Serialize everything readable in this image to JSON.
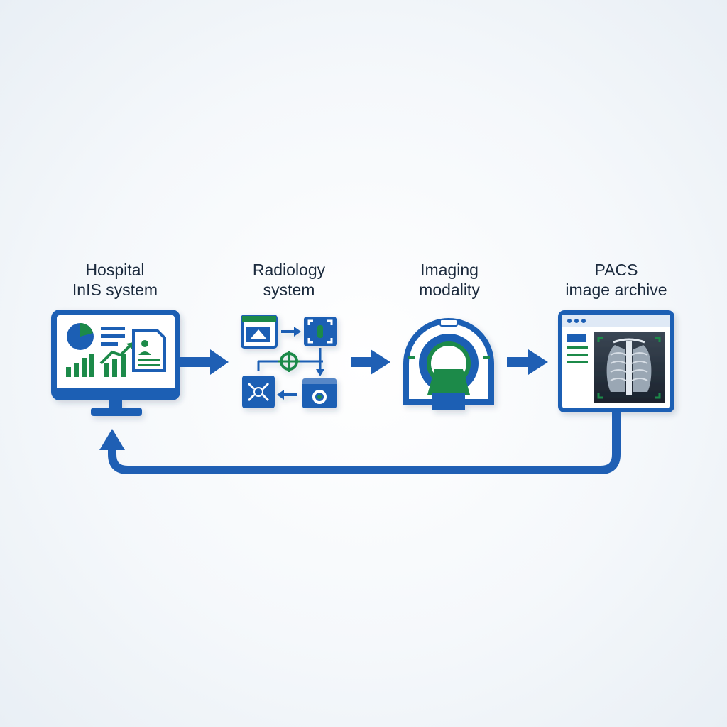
{
  "nodes": [
    {
      "id": "his",
      "line1": "Hospital",
      "line2": "InIS system",
      "icon": "computer-monitor-dashboard-icon"
    },
    {
      "id": "ris",
      "line1": "Radiology",
      "line2": "system",
      "icon": "workflow-icon"
    },
    {
      "id": "modality",
      "line1": "Imaging",
      "line2": "modality",
      "icon": "ct-scanner-icon"
    },
    {
      "id": "pacs",
      "line1": "PACS",
      "line2": "image archive",
      "icon": "xray-viewer-icon"
    }
  ],
  "colors": {
    "blue": "#1f5fb4",
    "green": "#1e8a4a",
    "text": "#1b2a3d",
    "background": "#f5f8fb"
  }
}
